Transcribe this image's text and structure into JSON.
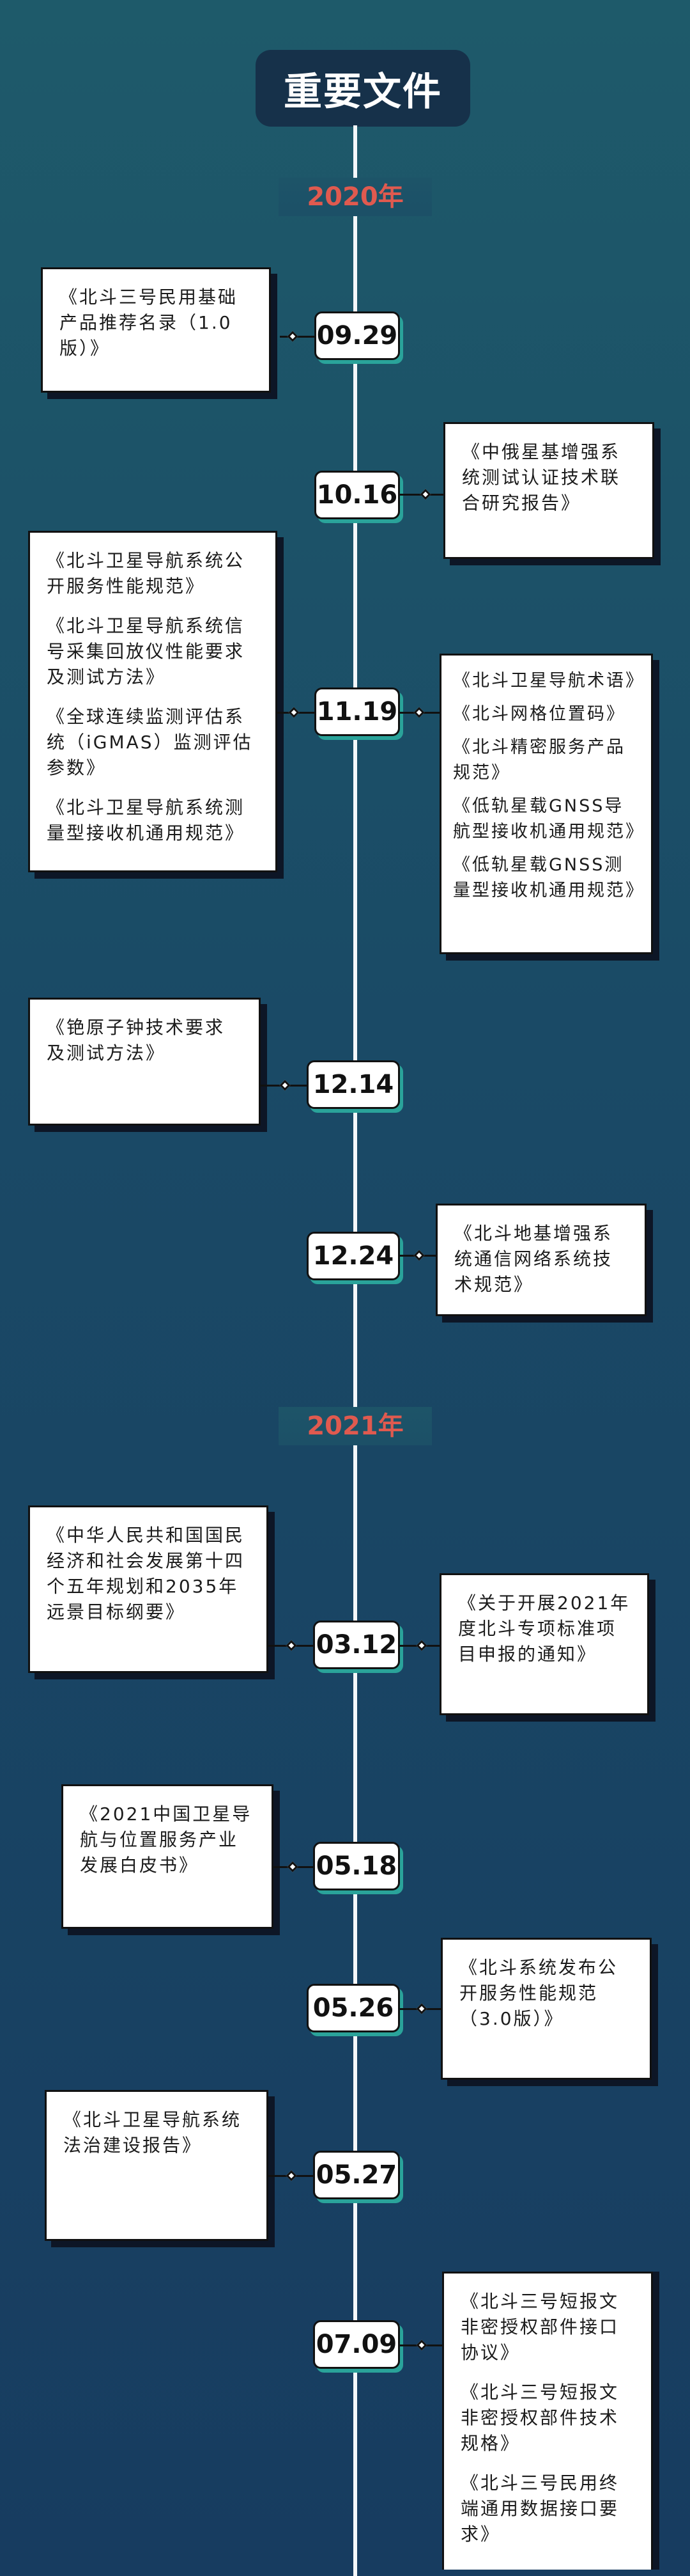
{
  "header": {
    "title": "重要文件"
  },
  "years": [
    "2020年",
    "2021年"
  ],
  "timeline": [
    {
      "date": "09.29",
      "docs": [
        "《北斗三号民用基础产品推荐名录（1.0版）》"
      ]
    },
    {
      "date": "10.16",
      "docs": [
        "《中俄星基增强系统测试认证技术联合研究报告》"
      ]
    },
    {
      "date": "11.19",
      "left_docs": [
        "《北斗卫星导航系统公开服务性能规范》",
        "《北斗卫星导航系统信号采集回放仪性能要求及测试方法》",
        "《全球连续监测评估系统（iGMAS）监测评估参数》",
        "《北斗卫星导航系统测量型接收机通用规范》"
      ],
      "right_docs": [
        "《北斗卫星导航术语》",
        "《北斗网格位置码》",
        "《北斗精密服务产品规范》",
        "《低轨星载GNSS导航型接收机通用规范》",
        "《低轨星载GNSS测量型接收机通用规范》"
      ]
    },
    {
      "date": "12.14",
      "docs": [
        "《铯原子钟技术要求及测试方法》"
      ]
    },
    {
      "date": "12.24",
      "docs": [
        "《北斗地基增强系统通信网络系统技术规范》"
      ]
    },
    {
      "date": "03.12",
      "left_docs": [
        "《中华人民共和国国民经济和社会发展第十四个五年规划和2035年远景目标纲要》"
      ],
      "right_docs": [
        "《关于开展2021年度北斗专项标准项目申报的通知》"
      ]
    },
    {
      "date": "05.18",
      "docs": [
        "《2021中国卫星导航与位置服务产业发展白皮书》"
      ]
    },
    {
      "date": "05.26",
      "docs": [
        "《北斗系统发布公开服务性能规范（3.0版）》"
      ]
    },
    {
      "date": "05.27",
      "docs": [
        "《北斗卫星导航系统法治建设报告》"
      ]
    },
    {
      "date": "07.09",
      "docs": [
        "《北斗三号短报文非密授权部件接口协议》",
        "《北斗三号短报文非密授权部件技术规格》",
        "《北斗三号民用终端通用数据接口要求》"
      ]
    }
  ]
}
